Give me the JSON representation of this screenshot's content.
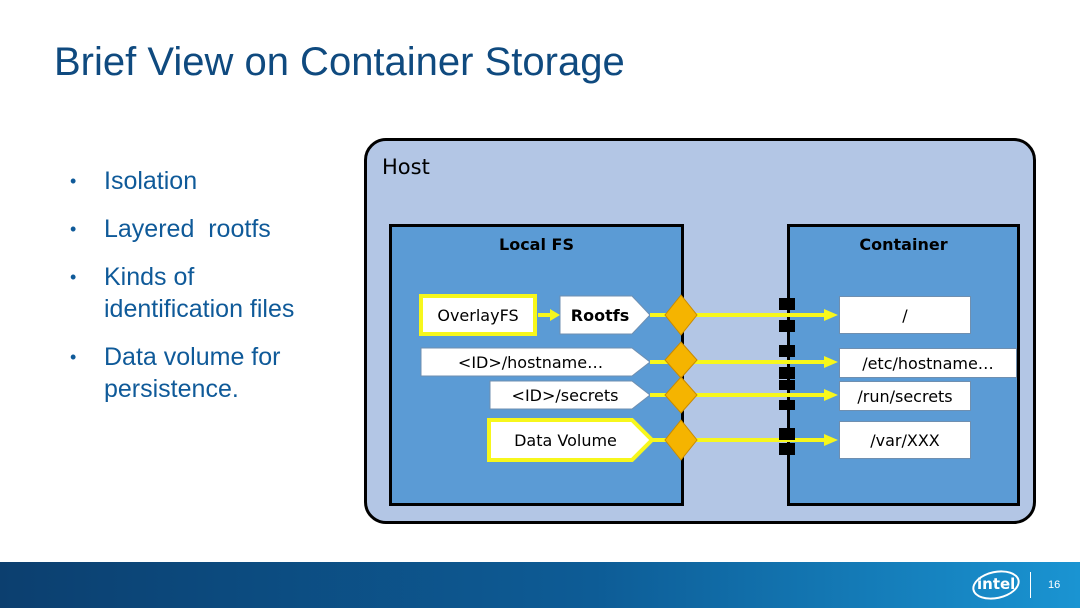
{
  "title": "Brief View on Container Storage",
  "bullets": [
    "Isolation",
    "Layered  rootfs",
    "Kinds of\nidentification files",
    "Data volume for\npersistence."
  ],
  "diagram": {
    "host_label": "Host",
    "local_fs_label": "Local FS",
    "container_label": "Container",
    "overlayfs": "OverlayFS",
    "rootfs": "Rootfs",
    "id_hostname": "<ID>/hostname…",
    "id_secrets": "<ID>/secrets",
    "data_volume": "Data Volume",
    "mount_root": "/",
    "mount_hostname": "/etc/hostname…",
    "mount_secrets": "/run/secrets",
    "mount_var": "/var/XXX"
  },
  "colors": {
    "title": "#0f4a7f",
    "host_bg": "#b3c6e5",
    "panel_bg": "#5b9bd5",
    "arrow": "#f7f71c",
    "diamond": "#f5b400"
  },
  "footer": {
    "logo_text": "intel",
    "page_number": "16"
  }
}
